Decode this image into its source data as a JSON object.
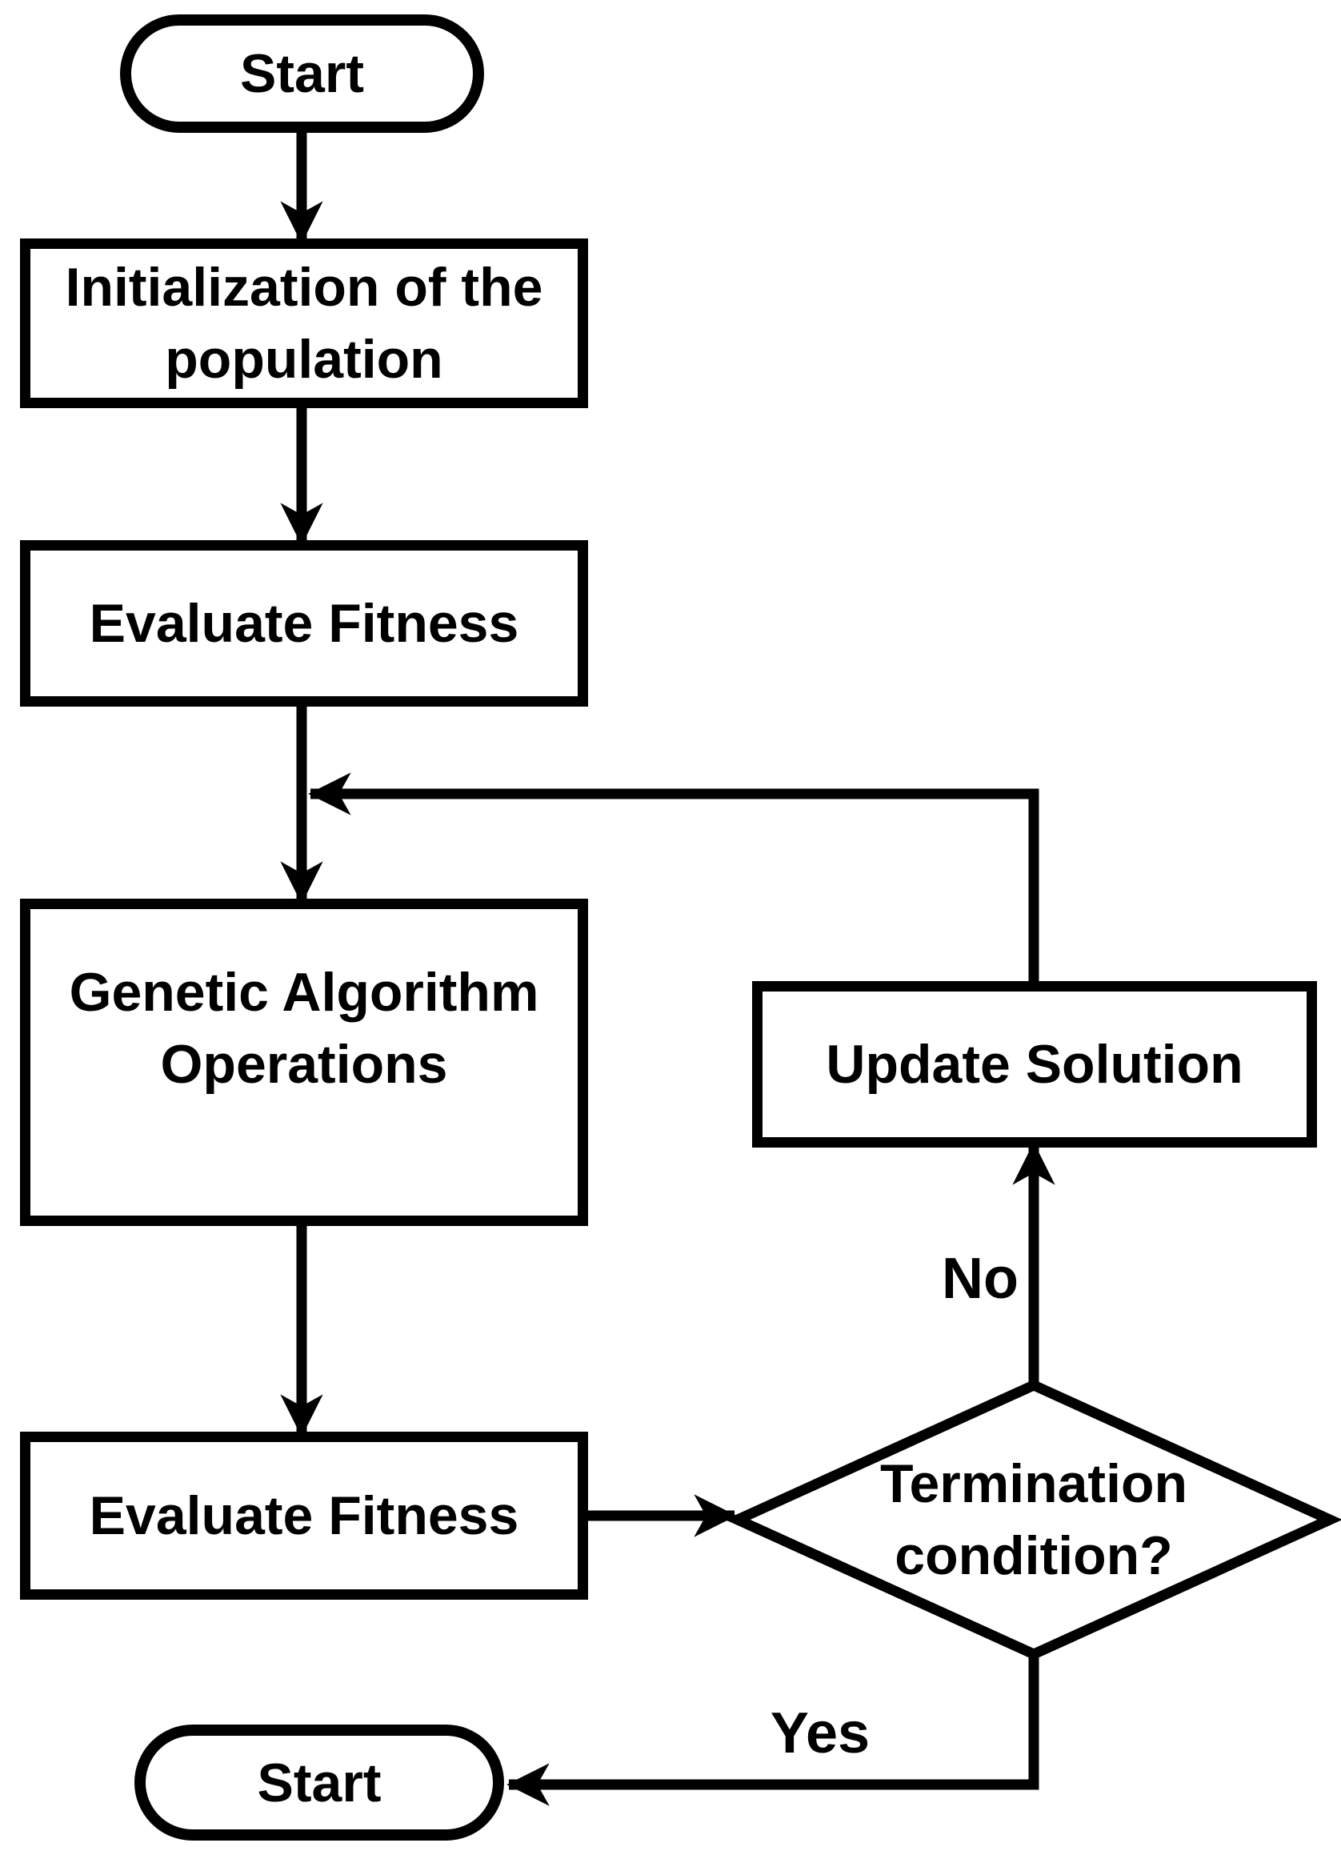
{
  "diagram": {
    "background_color": "#ffffff",
    "stroke_color": "#000000",
    "nodes": {
      "start_top": {
        "label": "Start"
      },
      "initialization": {
        "lines": [
          "Initialization of the",
          "population"
        ]
      },
      "evaluate_fitness_1": {
        "label": "Evaluate Fitness"
      },
      "ga_operations": {
        "lines": [
          "Genetic Algorithm",
          "Operations"
        ]
      },
      "evaluate_fitness_2": {
        "label": "Evaluate Fitness"
      },
      "update_solution": {
        "label": "Update Solution"
      },
      "decision": {
        "lines": [
          "Termination",
          "condition?"
        ]
      },
      "start_bottom": {
        "label": "Start"
      }
    },
    "edge_labels": {
      "no": "No",
      "yes": "Yes"
    }
  }
}
